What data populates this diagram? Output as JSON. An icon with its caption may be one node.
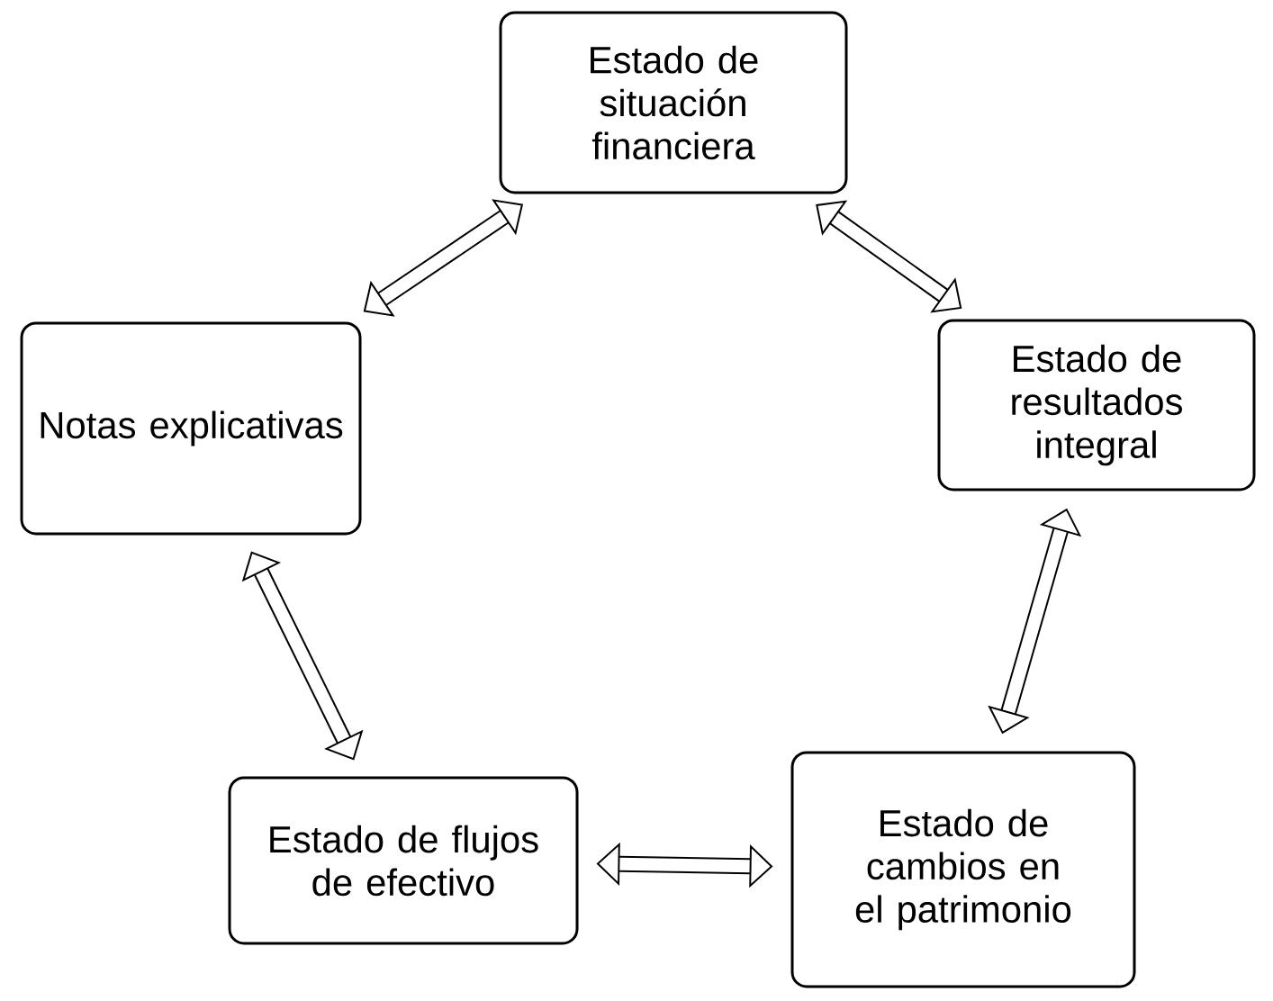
{
  "diagram": {
    "nodes": [
      {
        "text": [
          "Estado de situación financiera"
        ]
      },
      {
        "text": [
          "Notas explicativas"
        ]
      },
      {
        "text": [
          "Estado de resultados integral"
        ]
      },
      {
        "text": [
          "Estado de flujos de efectivo"
        ]
      },
      {
        "text": [
          "Estado de cambios en el patrimonio"
        ]
      }
    ],
    "edges": [
      {
        "from": 0,
        "to": 1,
        "arrow": "both"
      },
      {
        "from": 0,
        "to": 2,
        "arrow": "both"
      },
      {
        "from": 1,
        "to": 3,
        "arrow": "both"
      },
      {
        "from": 2,
        "to": 4,
        "arrow": "both"
      },
      {
        "from": 3,
        "to": 4,
        "arrow": "both"
      }
    ]
  }
}
